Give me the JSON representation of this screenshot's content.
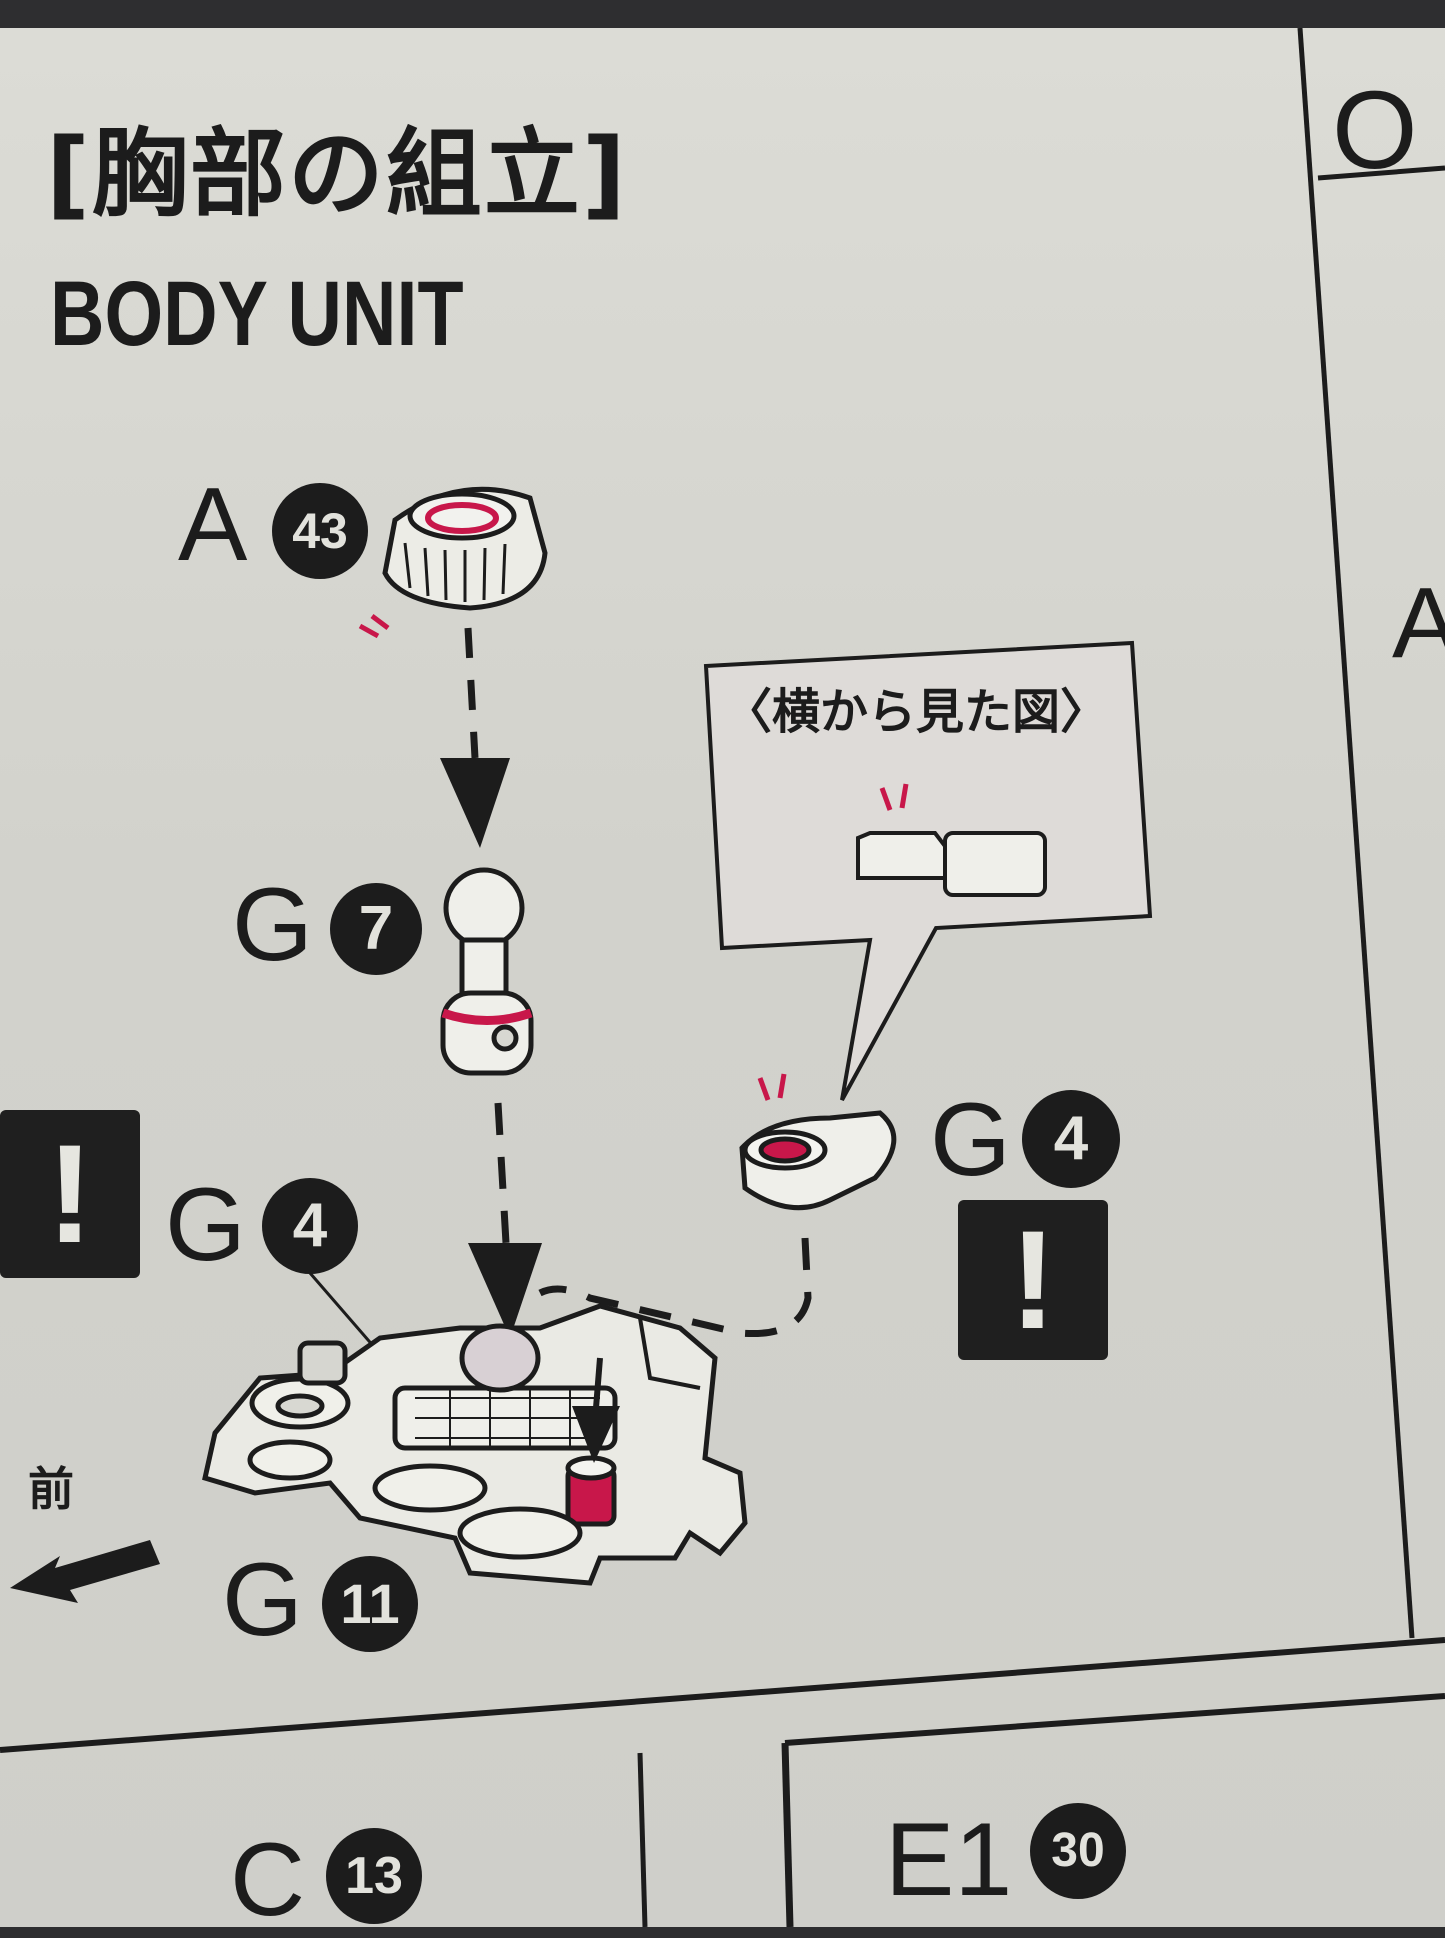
{
  "section": {
    "title_ja": "[胸部の組立]",
    "title_en": "BODY UNIT"
  },
  "parts": {
    "a43": {
      "letter": "A",
      "number": "43"
    },
    "g7": {
      "letter": "G",
      "number": "7"
    },
    "g4_left": {
      "letter": "G",
      "number": "4"
    },
    "g4_right": {
      "letter": "G",
      "number": "4"
    },
    "g11": {
      "letter": "G",
      "number": "11"
    },
    "c13": {
      "letter": "C",
      "number": "13"
    },
    "e1_30": {
      "letter": "E1",
      "number": "30"
    }
  },
  "callout": {
    "label": "〈横から見た図〉"
  },
  "front_label": "前",
  "warning_mark": "!",
  "right_column": {
    "header_partial": "O",
    "part_partial": "A"
  },
  "colors": {
    "paper": "#d6d6d0",
    "ink": "#1c1c1c",
    "accent": "#c8174a"
  }
}
